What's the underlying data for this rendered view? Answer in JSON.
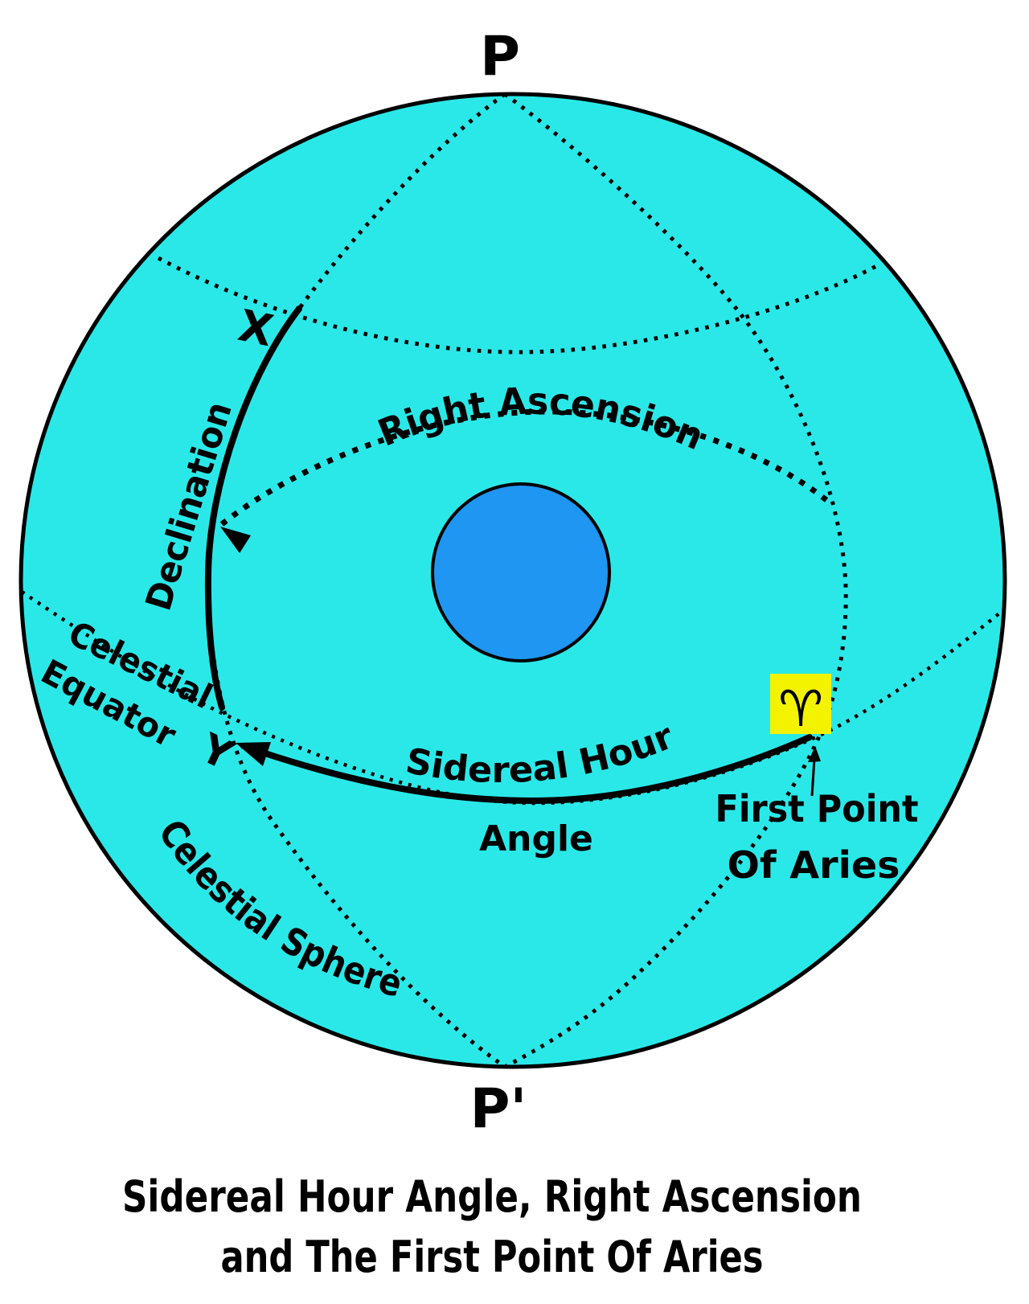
{
  "diagram": {
    "poles": {
      "top": "P",
      "bottom": "P'"
    },
    "points": {
      "x": "X",
      "y": "Y"
    },
    "labels": {
      "declination": "Declination",
      "right_ascension": "Right Ascension",
      "celestial_word": "Celestial",
      "equator_word": "Equator",
      "celestial_sphere": "Celestial Sphere",
      "sidereal_hour": "Sidereal Hour",
      "angle": "Angle",
      "first_point_line1": "First Point",
      "first_point_line2": "Of Aries",
      "aries_symbol": "♈"
    },
    "colors": {
      "sphere": "#2BE8E8",
      "earth": "#1E96F2",
      "aries_box": "#F3F300",
      "aries_glyph": "#332B00",
      "line": "#000000",
      "background": "#FFFFFF"
    }
  },
  "caption": {
    "line1": "Sidereal Hour Angle, Right Ascension",
    "line2": "and The First Point Of Aries"
  }
}
